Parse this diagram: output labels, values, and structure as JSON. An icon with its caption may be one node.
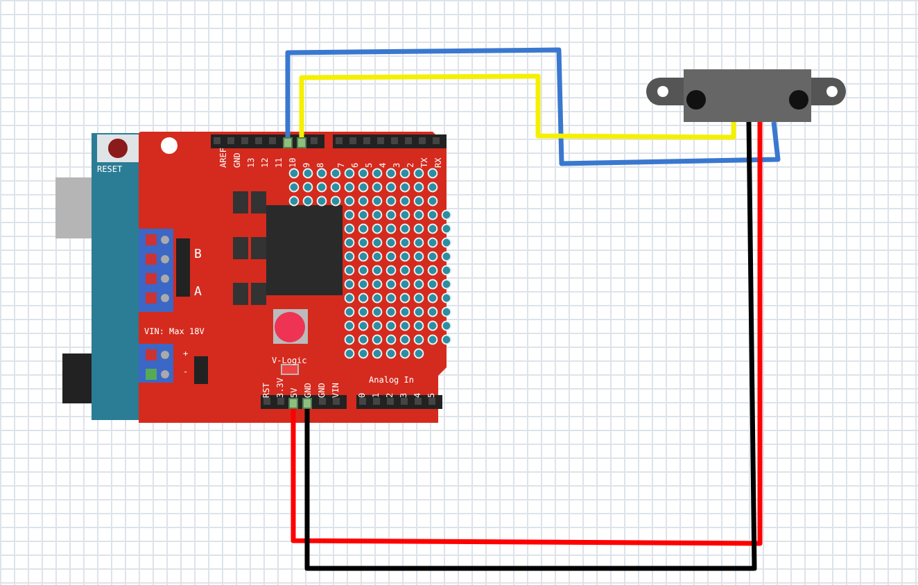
{
  "diagram": {
    "nodes": [
      {
        "text": [],
        "shape": "picture"
      },
      {
        "text": [],
        "shape": "box",
        "in": 0
      },
      {
        "text": [],
        "shape": "box",
        "in": 0
      },
      {
        "text": [],
        "shape": "box",
        "in": 0
      },
      {
        "text": [],
        "shape": "box",
        "in": 0
      },
      {
        "text": [],
        "shape": "picture"
      }
    ],
    "edges": [
      {
        "from": 1,
        "to": 5,
        "arrow": "none",
        "color": "#3a78cf"
      },
      {
        "from": 2,
        "to": 5,
        "arrow": "none",
        "color": "#f5f000"
      },
      {
        "from": 3,
        "to": 5,
        "arrow": "none",
        "color": "#ff0000"
      },
      {
        "from": 4,
        "to": 5,
        "arrow": "none",
        "color": "#000000"
      }
    ],
    "labels": [
      "RESET",
      "AREF",
      "GND",
      "13",
      "12",
      "11",
      "10",
      "9",
      "8",
      "7",
      "6",
      "5",
      "4",
      "3",
      "2",
      "TX",
      "RX",
      "B",
      "A",
      "VIN: Max 18V",
      "+",
      "-",
      "V-Logic",
      "Analog In",
      "RST",
      "3.3V",
      "5V",
      "GND",
      "GND",
      "VIN",
      "0",
      "1",
      "2",
      "3",
      "4",
      "5"
    ]
  }
}
